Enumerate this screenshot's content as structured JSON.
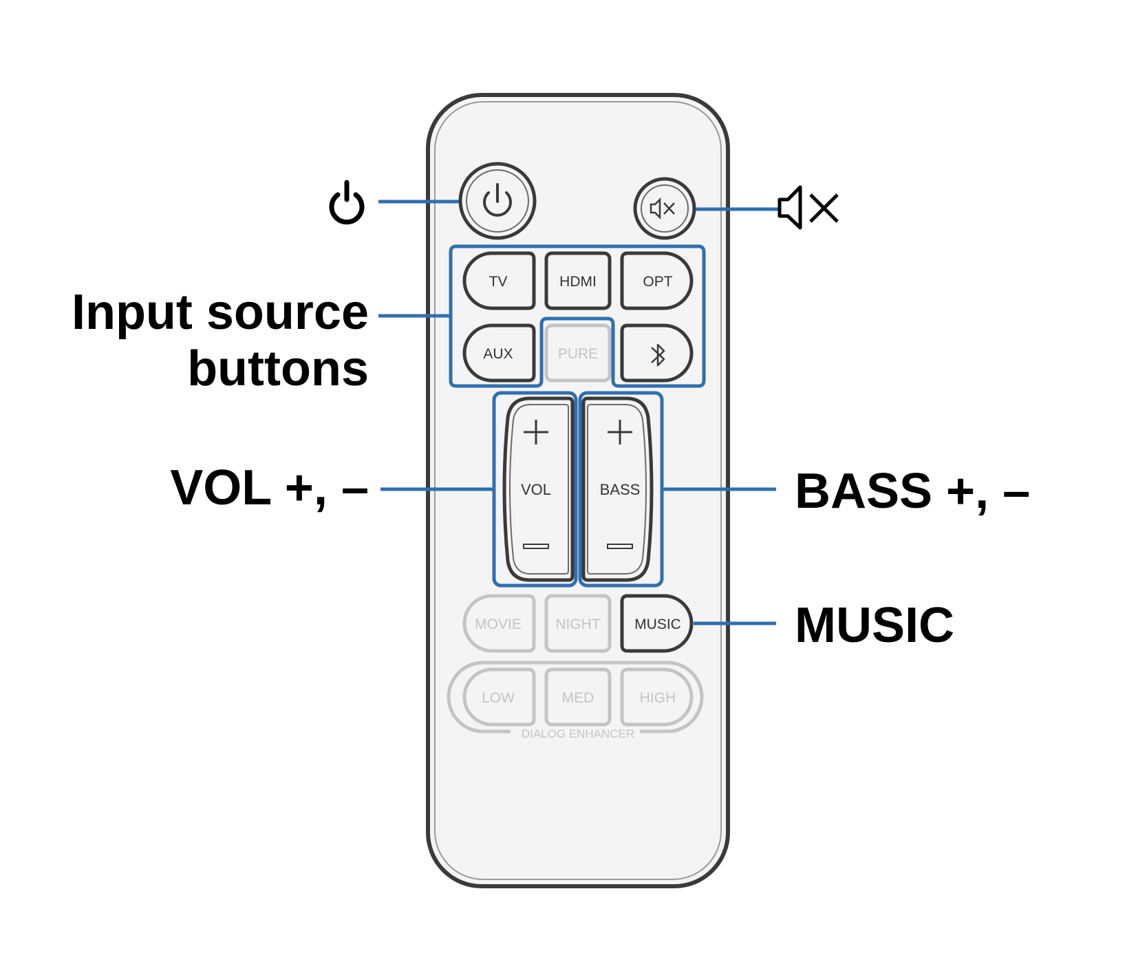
{
  "callouts": {
    "input_source": [
      "Input source",
      "buttons"
    ],
    "vol": "VOL +, –",
    "bass": "BASS +, –",
    "music": "MUSIC"
  },
  "buttons": {
    "tv": "TV",
    "hdmi": "HDMI",
    "opt": "OPT",
    "aux": "AUX",
    "pure": "PURE",
    "vol": "VOL",
    "bass": "BASS",
    "movie": "MOVIE",
    "night": "NIGHT",
    "music": "MUSIC",
    "low": "LOW",
    "med": "MED",
    "high": "HIGH"
  },
  "dialog_enhancer_label": "DIALOG ENHANCER",
  "icons": {
    "power": "power-icon",
    "mute": "mute-icon",
    "bluetooth": "bluetooth-icon",
    "plus": "plus-icon",
    "minus": "minus-icon"
  },
  "colors": {
    "highlight": "#2f6fb0",
    "outline": "#3a3a3a",
    "disabled": "#c4c4c4",
    "body_fill": "#f4f4f4"
  }
}
